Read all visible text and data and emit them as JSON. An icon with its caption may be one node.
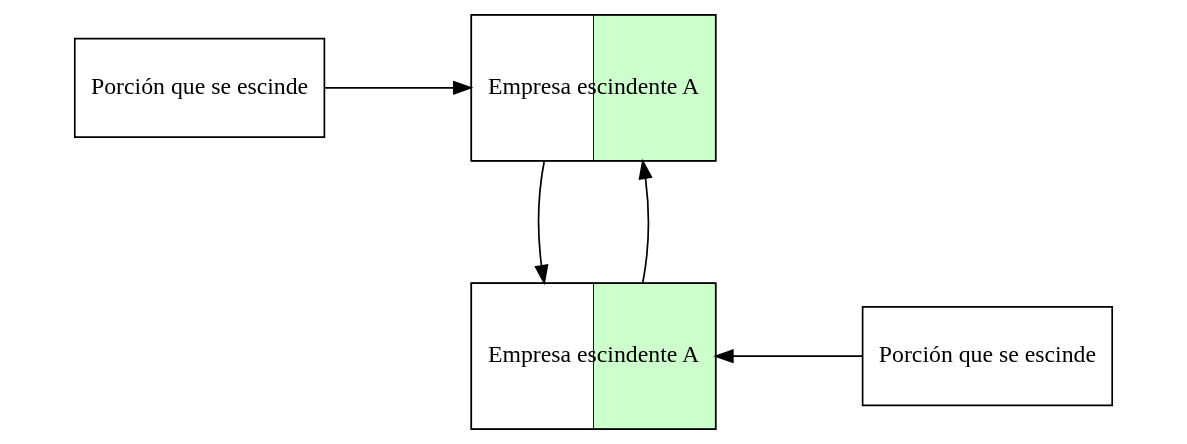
{
  "diagram": {
    "nodes": [
      {
        "text": [
          "Porción que se escinde"
        ]
      },
      {
        "text": [
          "Empresa escindente A"
        ]
      },
      {
        "text": [
          "Empresa escindente A"
        ]
      },
      {
        "text": [
          "Porción que se escinde"
        ]
      }
    ],
    "edges": [
      {
        "from": 0,
        "to": 1,
        "arrow": "to"
      },
      {
        "from": 1,
        "to": 2,
        "arrow": "to"
      },
      {
        "from": 2,
        "to": 1,
        "arrow": "to"
      },
      {
        "from": 3,
        "to": 2,
        "arrow": "to"
      }
    ]
  }
}
